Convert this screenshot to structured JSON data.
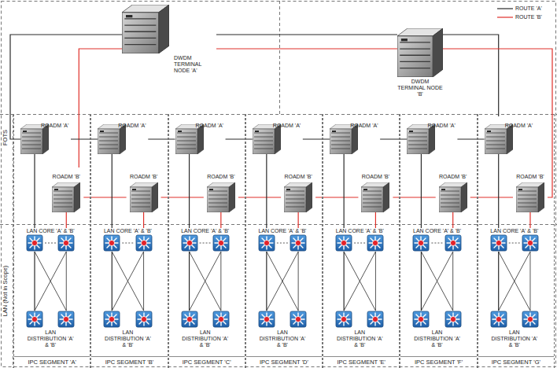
{
  "diagram": {
    "nodes": [
      {
        "text": [
          "DWDM TERMINAL NODE 'A'"
        ]
      },
      {
        "text": [
          "DWDM TERMINAL NODE 'B'"
        ]
      },
      {
        "text": [
          "IPC SEGMENT 'A'"
        ]
      },
      {
        "text": [
          "ROADM 'A'"
        ],
        "in": 2
      },
      {
        "text": [
          "ROADM 'B'"
        ],
        "in": 2
      },
      {
        "text": [
          "LAN CORE 'A' & 'B'"
        ],
        "in": 2
      },
      {
        "text": [
          "LAN DISTRIBUTION 'A' & 'B'"
        ],
        "in": 2
      },
      {
        "text": [
          "IPC SEGMENT 'B'"
        ]
      },
      {
        "text": [
          "ROADM 'A'"
        ],
        "in": 7
      },
      {
        "text": [
          "ROADM 'B'"
        ],
        "in": 7
      },
      {
        "text": [
          "LAN CORE 'A' & 'B'"
        ],
        "in": 7
      },
      {
        "text": [
          "LAN DISTRIBUTION 'A' & 'B'"
        ],
        "in": 7
      },
      {
        "text": [
          "IPC SEGMENT 'C'"
        ]
      },
      {
        "text": [
          "ROADM 'A'"
        ],
        "in": 12
      },
      {
        "text": [
          "ROADM 'B'"
        ],
        "in": 12
      },
      {
        "text": [
          "LAN CORE 'A' & 'B'"
        ],
        "in": 12
      },
      {
        "text": [
          "LAN DISTRIBUTION 'A' & 'B'"
        ],
        "in": 12
      },
      {
        "text": [
          "IPC SEGMENT 'D'"
        ]
      },
      {
        "text": [
          "ROADM 'A'"
        ],
        "in": 17
      },
      {
        "text": [
          "ROADM 'B'"
        ],
        "in": 17
      },
      {
        "text": [
          "LAN CORE 'A' & 'B'"
        ],
        "in": 17
      },
      {
        "text": [
          "LAN DISTRIBUTION 'A' & 'B'"
        ],
        "in": 17
      },
      {
        "text": [
          "IPC SEGMENT 'E'"
        ]
      },
      {
        "text": [
          "ROADM 'A'"
        ],
        "in": 22
      },
      {
        "text": [
          "ROADM 'B'"
        ],
        "in": 22
      },
      {
        "text": [
          "LAN CORE 'A' & 'B'"
        ],
        "in": 22
      },
      {
        "text": [
          "LAN DISTRIBUTION 'A' & 'B'"
        ],
        "in": 22
      },
      {
        "text": [
          "IPC SEGMENT 'F'"
        ]
      },
      {
        "text": [
          "ROADM 'A'"
        ],
        "in": 27
      },
      {
        "text": [
          "ROADM 'B'"
        ],
        "in": 27
      },
      {
        "text": [
          "LAN CORE 'A' & 'B'"
        ],
        "in": 27
      },
      {
        "text": [
          "LAN DISTRIBUTION 'A' & 'B'"
        ],
        "in": 27
      },
      {
        "text": [
          "IPC SEGMENT 'G'"
        ]
      },
      {
        "text": [
          "ROADM 'A'"
        ],
        "in": 32
      },
      {
        "text": [
          "ROADM 'B'"
        ],
        "in": 32
      },
      {
        "text": [
          "LAN CORE 'A' & 'B'"
        ],
        "in": 32
      },
      {
        "text": [
          "LAN DISTRIBUTION 'A' & 'B'"
        ],
        "in": 32
      }
    ],
    "edges": [
      {
        "from": 0,
        "to": 1,
        "arrow": "none"
      },
      {
        "from": 0,
        "to": 1,
        "arrow": "none"
      },
      {
        "from": 0,
        "to": 3,
        "arrow": "none"
      },
      {
        "from": 0,
        "to": 4,
        "arrow": "none"
      },
      {
        "from": 3,
        "to": 8,
        "arrow": "none"
      },
      {
        "from": 8,
        "to": 13,
        "arrow": "none"
      },
      {
        "from": 13,
        "to": 18,
        "arrow": "none"
      },
      {
        "from": 18,
        "to": 23,
        "arrow": "none"
      },
      {
        "from": 23,
        "to": 28,
        "arrow": "none"
      },
      {
        "from": 28,
        "to": 33,
        "arrow": "none"
      },
      {
        "from": 4,
        "to": 9,
        "arrow": "none"
      },
      {
        "from": 9,
        "to": 14,
        "arrow": "none"
      },
      {
        "from": 14,
        "to": 19,
        "arrow": "none"
      },
      {
        "from": 19,
        "to": 24,
        "arrow": "none"
      },
      {
        "from": 24,
        "to": 29,
        "arrow": "none"
      },
      {
        "from": 29,
        "to": 34,
        "arrow": "none"
      },
      {
        "from": 1,
        "to": 33,
        "arrow": "none"
      },
      {
        "from": 1,
        "to": 34,
        "arrow": "none"
      },
      {
        "from": 3,
        "to": 5,
        "arrow": "none"
      },
      {
        "from": 4,
        "to": 5,
        "arrow": "none"
      },
      {
        "from": 5,
        "to": 6,
        "arrow": "none"
      },
      {
        "from": 8,
        "to": 10,
        "arrow": "none"
      },
      {
        "from": 9,
        "to": 10,
        "arrow": "none"
      },
      {
        "from": 10,
        "to": 11,
        "arrow": "none"
      },
      {
        "from": 13,
        "to": 15,
        "arrow": "none"
      },
      {
        "from": 14,
        "to": 15,
        "arrow": "none"
      },
      {
        "from": 15,
        "to": 16,
        "arrow": "none"
      },
      {
        "from": 18,
        "to": 20,
        "arrow": "none"
      },
      {
        "from": 19,
        "to": 20,
        "arrow": "none"
      },
      {
        "from": 20,
        "to": 21,
        "arrow": "none"
      },
      {
        "from": 23,
        "to": 25,
        "arrow": "none"
      },
      {
        "from": 24,
        "to": 25,
        "arrow": "none"
      },
      {
        "from": 25,
        "to": 26,
        "arrow": "none"
      },
      {
        "from": 28,
        "to": 30,
        "arrow": "none"
      },
      {
        "from": 29,
        "to": 30,
        "arrow": "none"
      },
      {
        "from": 30,
        "to": 31,
        "arrow": "none"
      },
      {
        "from": 33,
        "to": 35,
        "arrow": "none"
      },
      {
        "from": 34,
        "to": 35,
        "arrow": "none"
      },
      {
        "from": 35,
        "to": 36,
        "arrow": "none"
      }
    ],
    "labels": [
      "FOTS",
      "LAN (Not in Scope)"
    ],
    "legend": [
      {
        "text": "ROUTE 'A'"
      },
      {
        "text": "ROUTE 'B'"
      }
    ]
  }
}
